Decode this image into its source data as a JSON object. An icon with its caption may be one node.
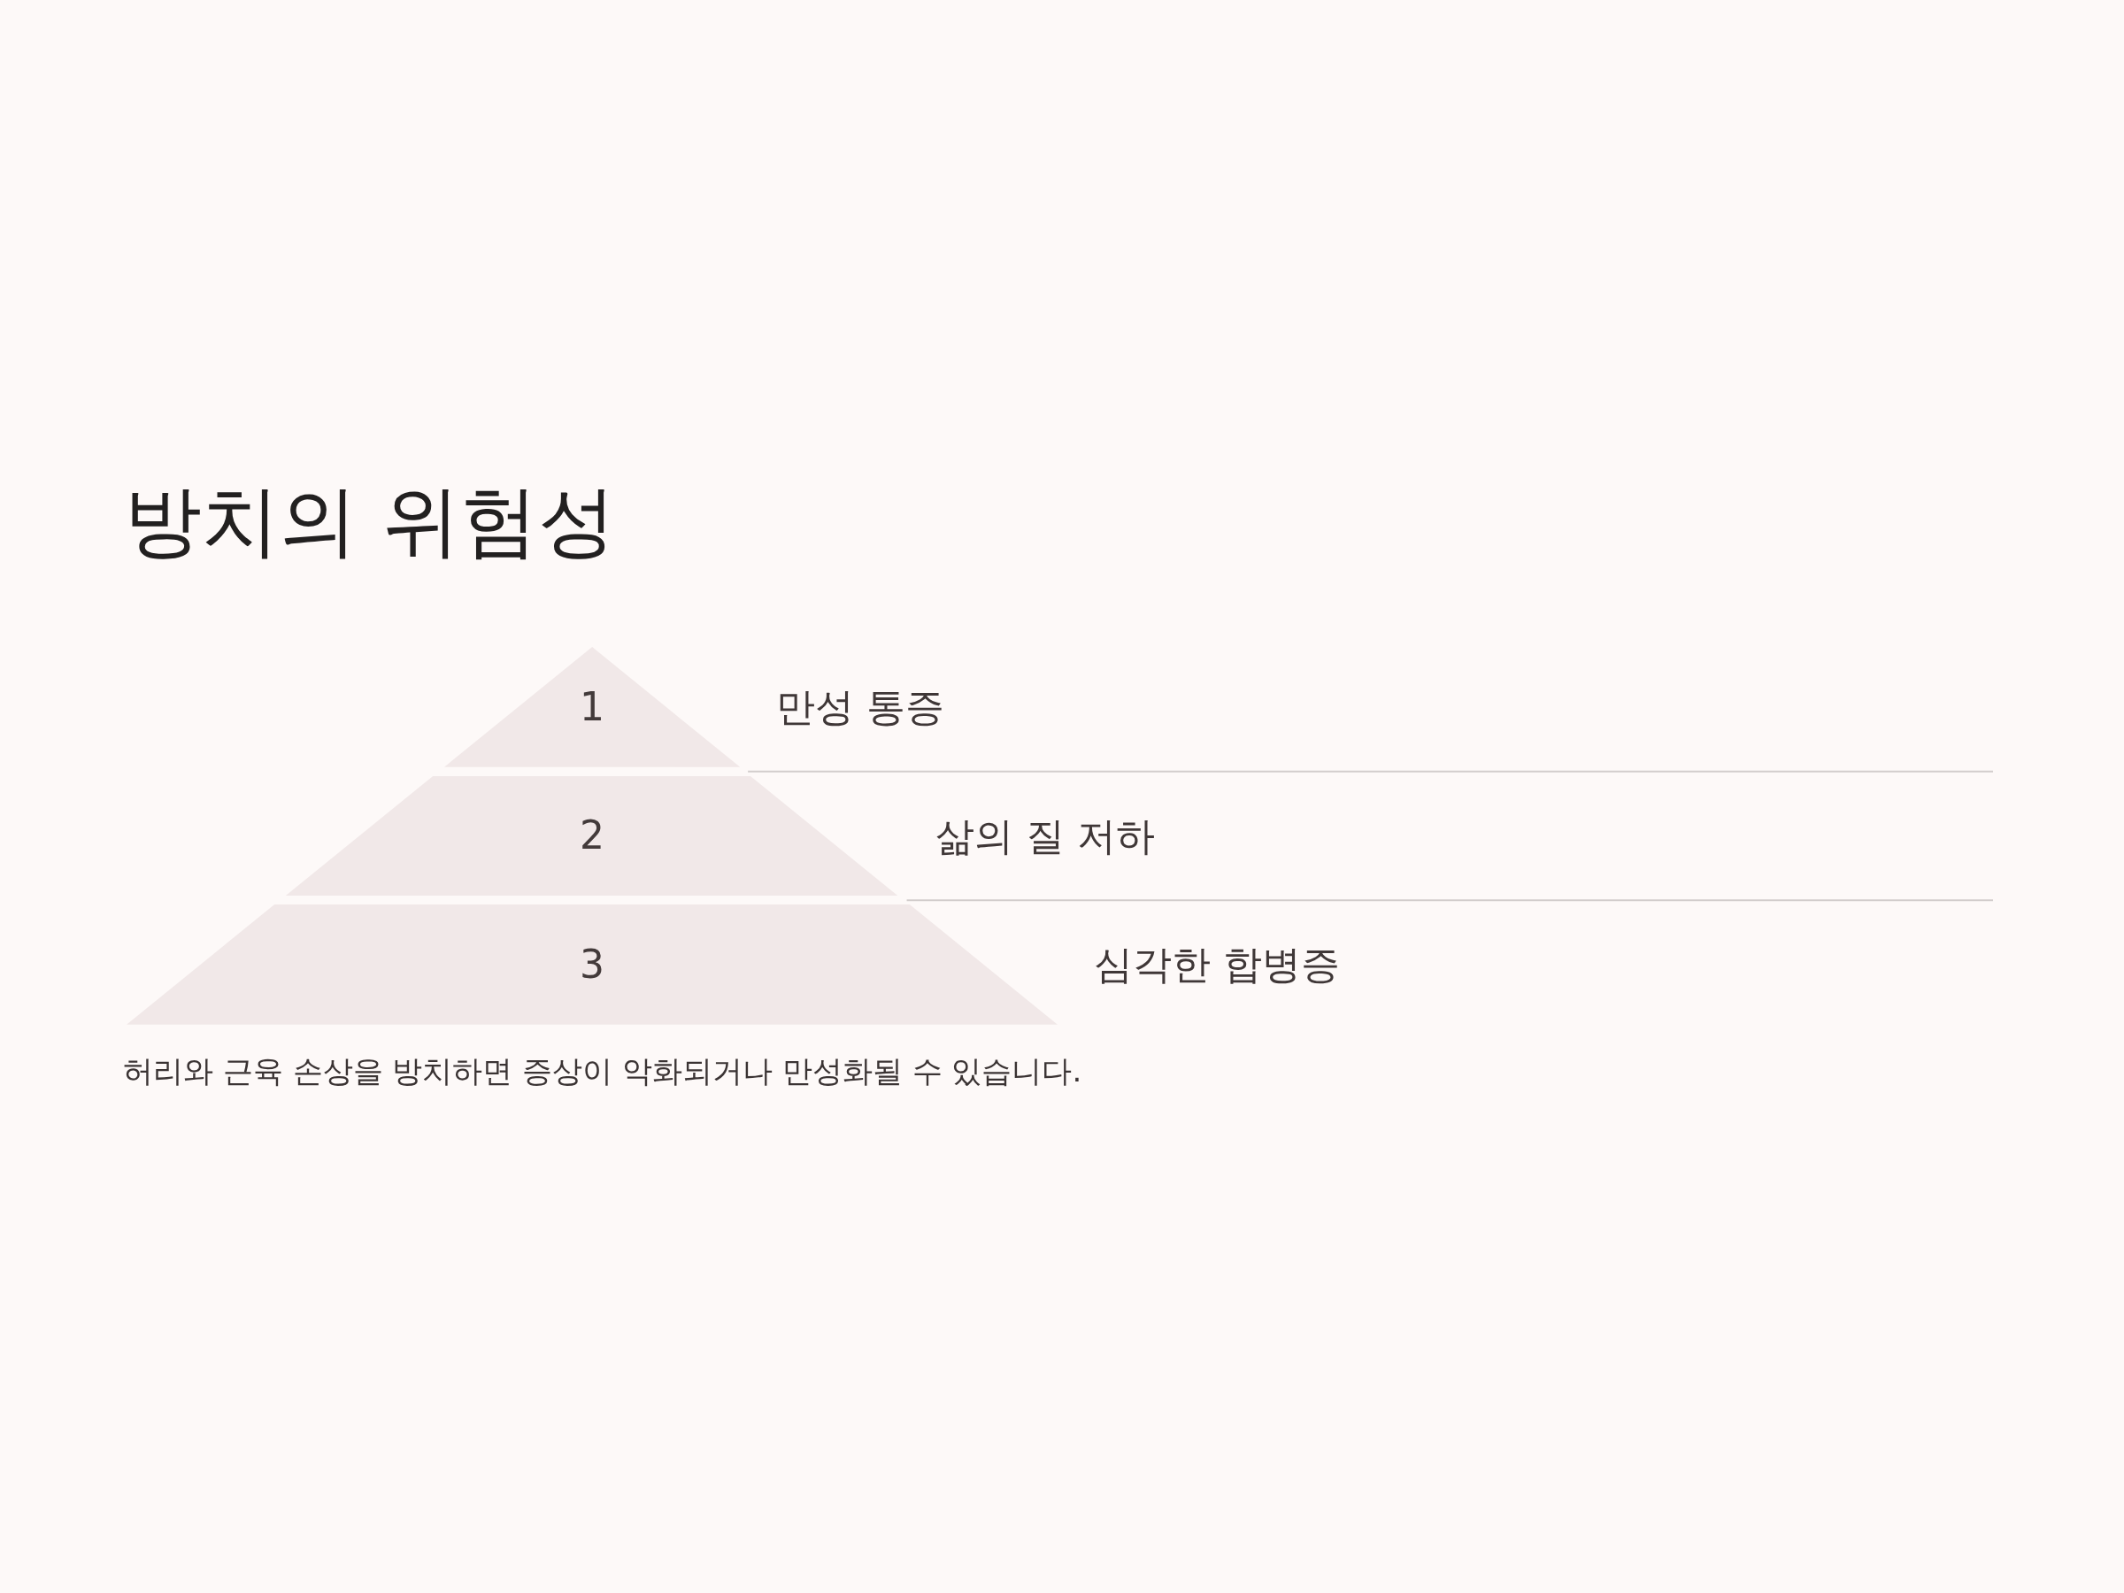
{
  "diagram": {
    "title": "방치의 위험성",
    "nodes": [
      {
        "text": [
          "1"
        ],
        "beside": [
          "만성 통증"
        ]
      },
      {
        "text": [
          "2"
        ],
        "beside": [
          "삶의 질 저하"
        ]
      },
      {
        "text": [
          "3"
        ],
        "beside": [
          "심각한 합병증"
        ]
      }
    ],
    "caption": "허리와 근육 손상을 방치하면 증상이 악화되거나 만성화될 수 있습니다."
  }
}
